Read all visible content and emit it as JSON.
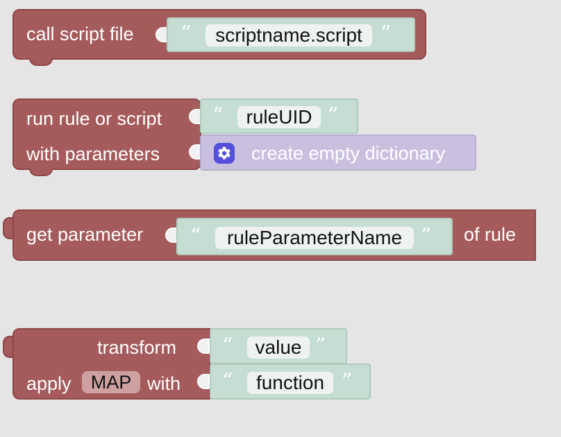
{
  "blocks": [
    {
      "label": "call script file",
      "input_value": "scriptname.script"
    },
    {
      "label_line_1": "run rule or script",
      "input_value": "ruleUID",
      "label_line_2": "with parameters",
      "dictionary_label": "create empty dictionary"
    },
    {
      "label_left": "get parameter",
      "input_value": "ruleParameterName",
      "label_right": "of rule"
    },
    {
      "label_line_1": "transform",
      "input_value_1": "value",
      "label_line_2_prefix": "apply",
      "dropdown_value": "MAP",
      "label_line_2_suffix": "with",
      "input_value_2": "function"
    }
  ],
  "colors": {
    "workspace_bg": "#e5e5e5",
    "block_red": "#a55b5b",
    "text_block_green": "#c5ddd2",
    "dictionary_purple": "#c9c0df",
    "gear_blue": "#5450dc"
  },
  "icons": {
    "quote_open": "“",
    "quote_close": "”",
    "gear": "gear-icon"
  }
}
